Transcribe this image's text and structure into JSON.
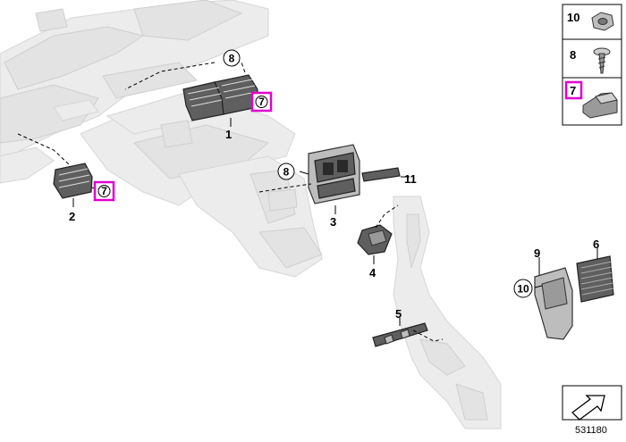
{
  "diagram_id": "531180",
  "colors": {
    "highlight": "#e000d0",
    "ghost": "#e3e3e3",
    "part": "#5f5f5f"
  },
  "callouts": {
    "p1": "1",
    "p2": "2",
    "p3": "3",
    "p4": "4",
    "p5": "5",
    "p6": "6",
    "p9": "9",
    "p11": "11",
    "c8a": "8",
    "c8b": "8",
    "c10": "10",
    "hl7a": "7",
    "hl7b": "7"
  },
  "legend": {
    "row1": "10",
    "row2": "8",
    "row3": "7"
  }
}
